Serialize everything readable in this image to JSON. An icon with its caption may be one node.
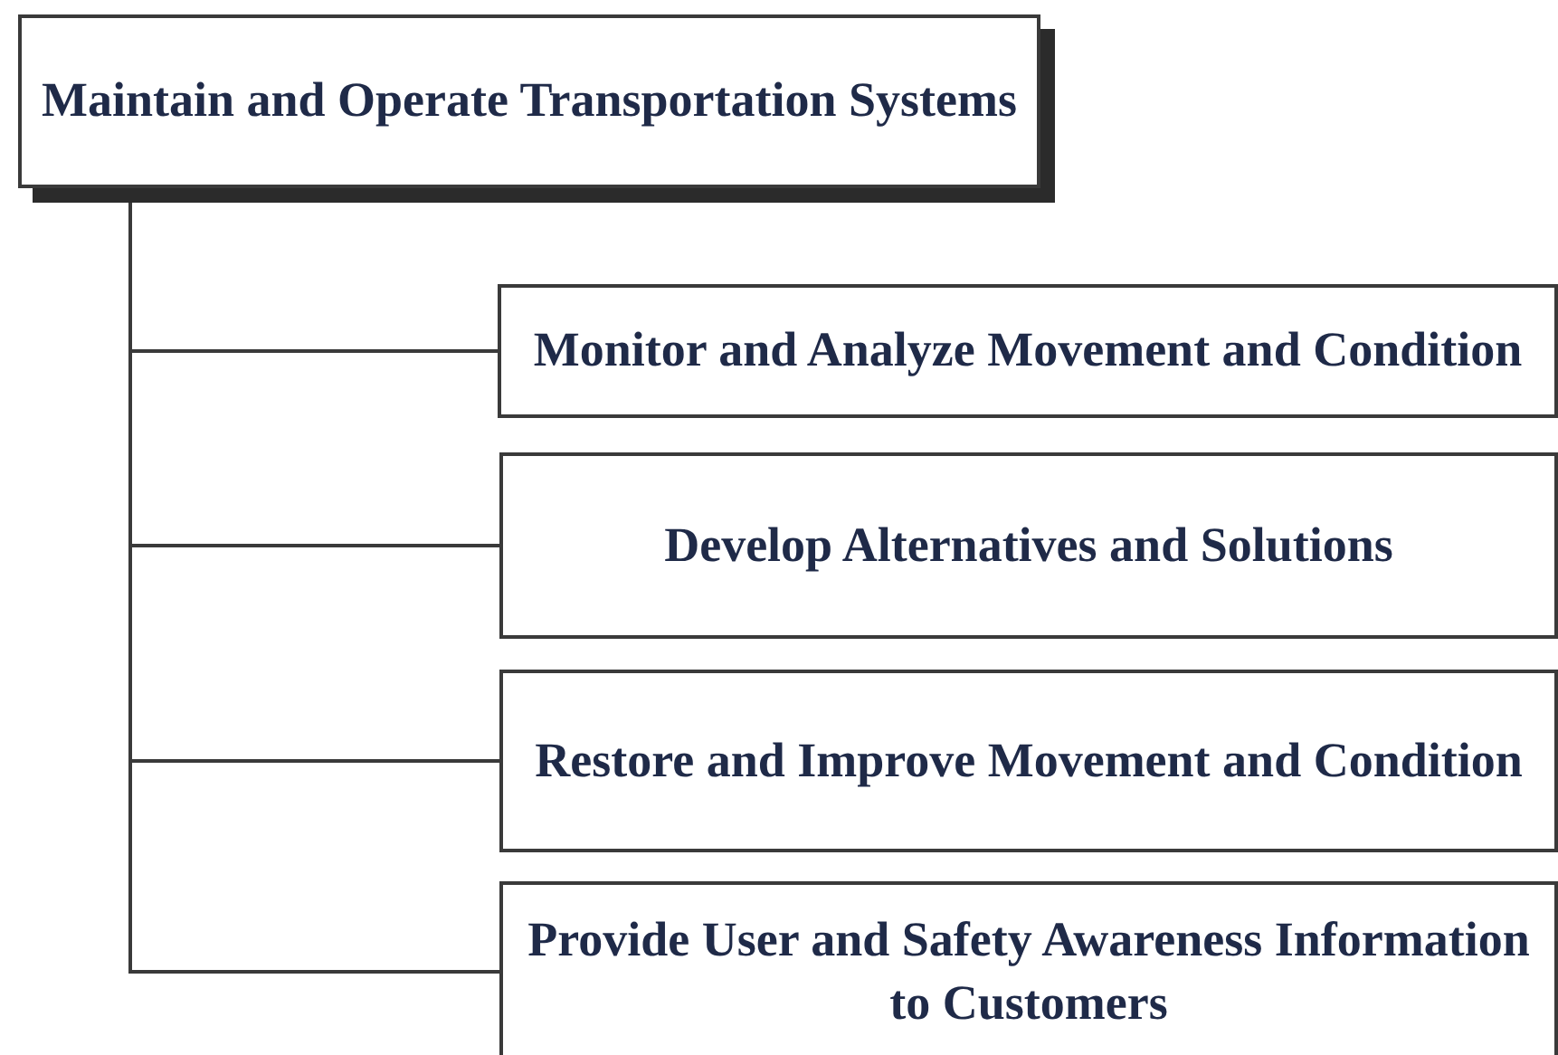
{
  "diagram": {
    "nodes": [
      {
        "text": [
          "Maintain and Operate Transportation Systems"
        ]
      },
      {
        "text": [
          "Monitor and Analyze Movement and Condition"
        ]
      },
      {
        "text": [
          "Develop Alternatives and Solutions"
        ]
      },
      {
        "text": [
          "Restore and Improve Movement and Condition"
        ]
      },
      {
        "text": [
          "Provide User and Safety Awareness Information to Customers"
        ]
      }
    ],
    "edges": [
      {
        "from": 0,
        "to": 1,
        "arrow": "none"
      },
      {
        "from": 0,
        "to": 2,
        "arrow": "none"
      },
      {
        "from": 0,
        "to": 3,
        "arrow": "none"
      },
      {
        "from": 0,
        "to": 4,
        "arrow": "none"
      }
    ]
  }
}
